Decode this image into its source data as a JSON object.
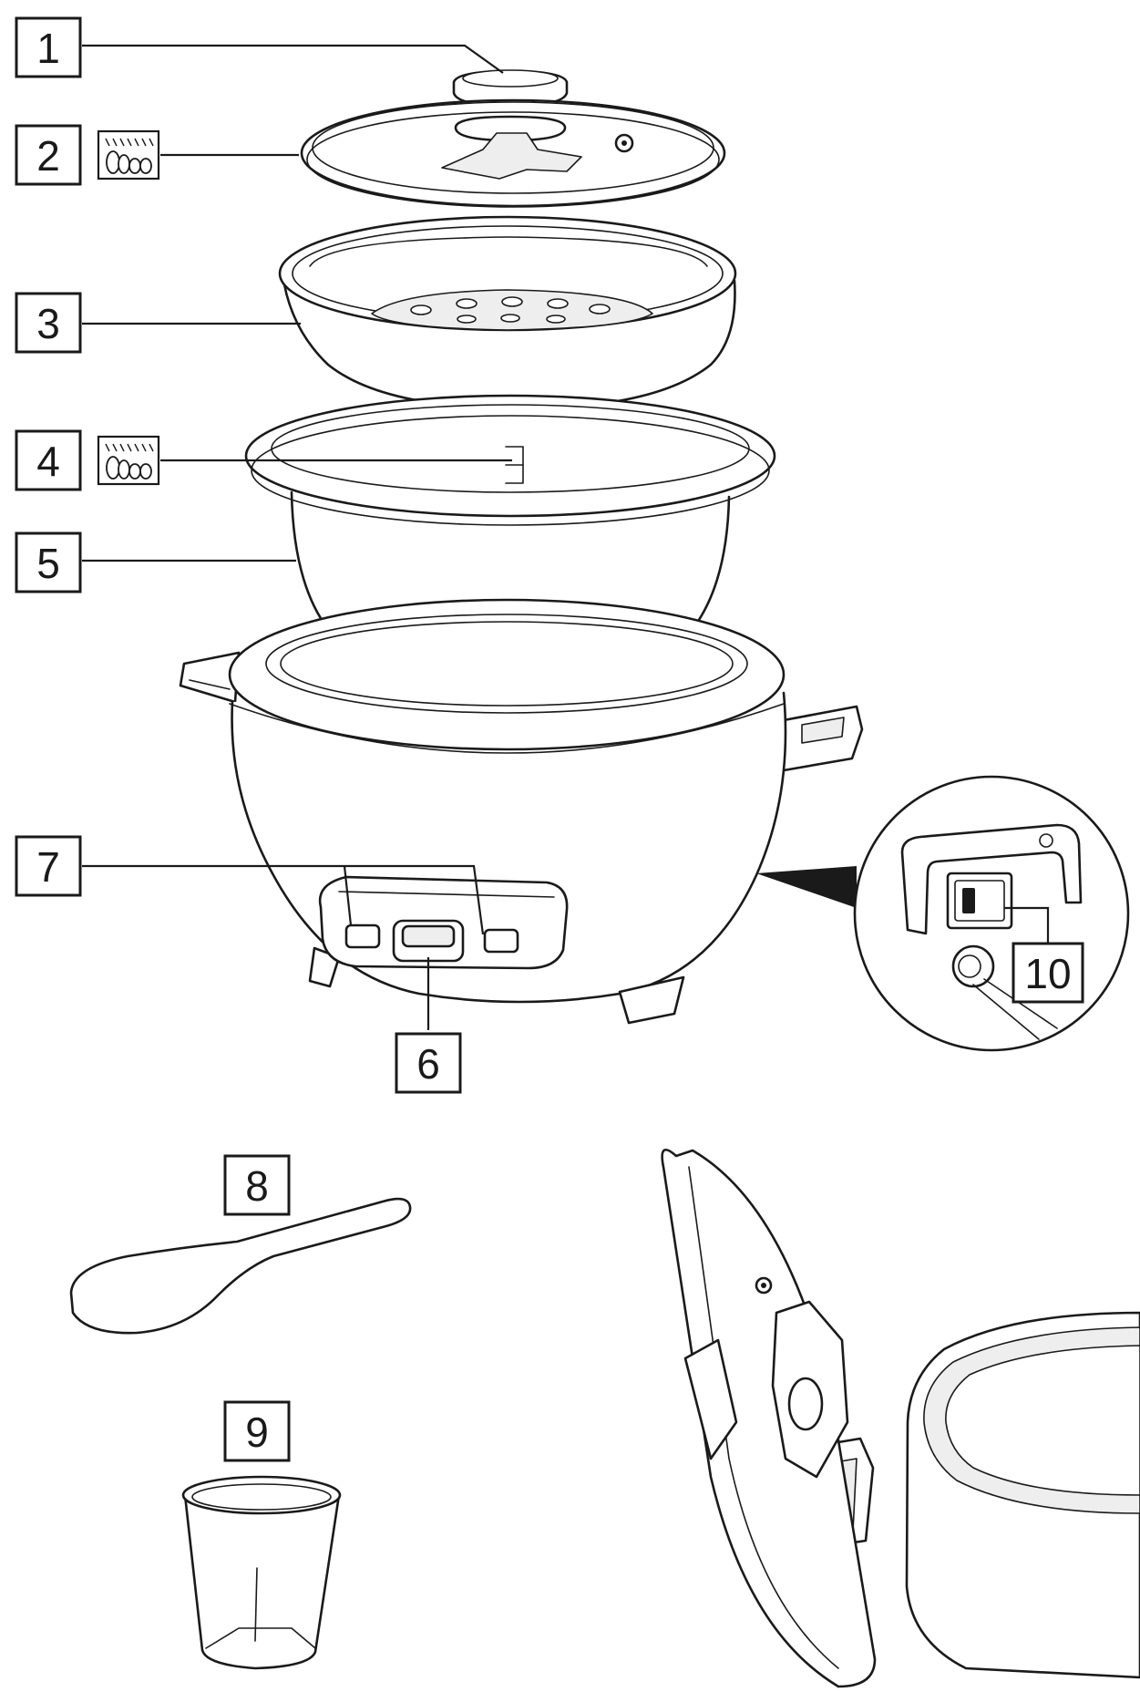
{
  "colors": {
    "ink": "#1a1a1a",
    "paper": "#ffffff",
    "shade": "#eeeeee"
  },
  "icons": {
    "dishwasher_safe": "dishwasher-safe-icon"
  },
  "callouts": [
    {
      "id": "1",
      "label": "1"
    },
    {
      "id": "2",
      "label": "2"
    },
    {
      "id": "3",
      "label": "3"
    },
    {
      "id": "4",
      "label": "4"
    },
    {
      "id": "5",
      "label": "5"
    },
    {
      "id": "6",
      "label": "6"
    },
    {
      "id": "7",
      "label": "7"
    },
    {
      "id": "8",
      "label": "8"
    },
    {
      "id": "9",
      "label": "9"
    },
    {
      "id": "10",
      "label": "10"
    }
  ]
}
